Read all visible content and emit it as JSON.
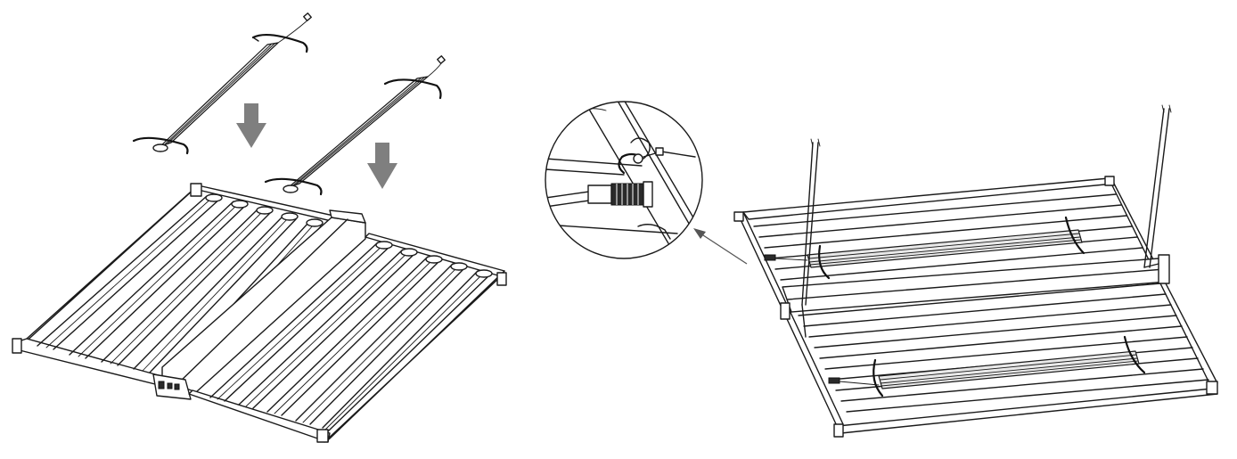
{
  "figure": {
    "description_panels": [
      "left-assembly",
      "detail-callout",
      "right-assembly"
    ],
    "colors": {
      "line": "#1a1a1a",
      "arrow": "#7f7f7f",
      "background": "#ffffff",
      "pointer": "#555555"
    },
    "icons": [
      "down-arrow-icon",
      "down-arrow-icon",
      "pointer-arrow-icon"
    ]
  }
}
